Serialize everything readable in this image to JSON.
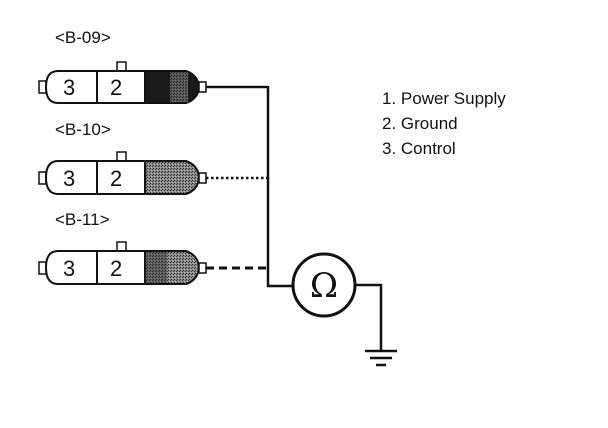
{
  "colors": {
    "ink": "#111111",
    "background": "#ffffff",
    "plug_dark": "#1a1a1a",
    "plug_mid": "#555555"
  },
  "connectors": [
    {
      "id": "<B-09>",
      "pin_left": "3",
      "pin_right": "2",
      "line_style": "solid"
    },
    {
      "id": "<B-10>",
      "pin_left": "3",
      "pin_right": "2",
      "line_style": "dotted"
    },
    {
      "id": "<B-11>",
      "pin_left": "3",
      "pin_right": "2",
      "line_style": "dashed"
    }
  ],
  "legend": [
    "1. Power Supply",
    "2. Ground",
    "3. Control"
  ],
  "meter": {
    "symbol": "Ω",
    "icon": "ohmmeter-icon"
  },
  "ground": {
    "icon": "ground-symbol-icon"
  }
}
